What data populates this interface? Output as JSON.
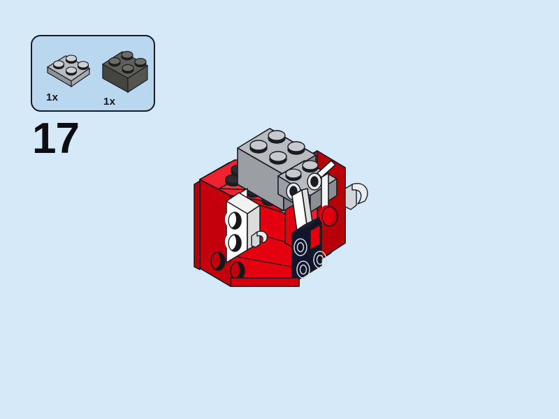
{
  "page": {
    "background_color": "#d6e9f9",
    "type": "lego-building-instruction-step"
  },
  "step": {
    "number": "17",
    "label": "17"
  },
  "parts_box": {
    "border_color": "#1a1a22",
    "fill_color": "#b9d7ef",
    "parts": [
      {
        "name": "plate-2x2",
        "description": "2x2 plate",
        "color_name": "light-bluish-gray",
        "color": "#b8bcc0",
        "stud_color": "#1d1d1f",
        "quantity": "1x"
      },
      {
        "name": "brick-2x2",
        "description": "2x2 brick",
        "color_name": "dark-bluish-gray",
        "color": "#5d5f58",
        "stud_color": "#1d1d1f",
        "quantity": "1x"
      }
    ]
  },
  "model": {
    "name": "brickheadz-head-assembly",
    "description": "Partially built red BrickHeadz style head with gray brick on top",
    "colors": {
      "red": "#e3000f",
      "red_dark": "#b40009",
      "red_light": "#f4242f",
      "gray_light": "#b8bcc0",
      "gray_mid": "#9b9fa3",
      "gray_dark": "#6f7377",
      "dark_gray": "#5d5f58",
      "dark_gray_shade": "#46483f",
      "white": "#ffffff",
      "white_shade": "#dadada",
      "navy": "#10152c",
      "navy_shade": "#080b18",
      "stud_black": "#1d1d1f",
      "outline": "#1a1a22"
    },
    "new_parts_highlighted": [
      "plate-2x2-light-gray",
      "brick-2x2-dark-gray"
    ]
  }
}
